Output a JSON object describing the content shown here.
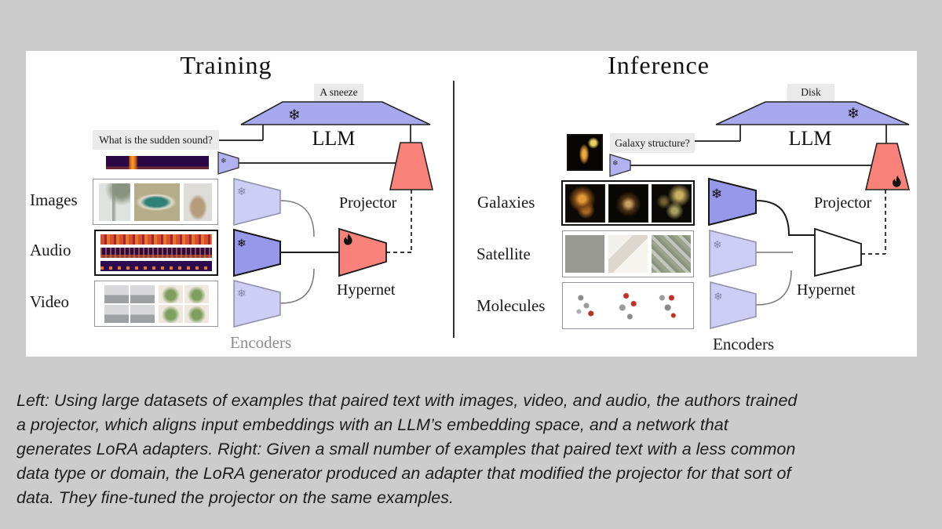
{
  "training": {
    "title": "Training",
    "output_label": "A sneeze",
    "query_label": "What is the sudden sound?",
    "llm_label": "LLM",
    "projector_label": "Projector",
    "hypernet_label": "Hypernet",
    "encoders_label": "Encoders",
    "rows": [
      "Images",
      "Audio",
      "Video"
    ]
  },
  "inference": {
    "title": "Inference",
    "output_label": "Disk",
    "query_label": "Galaxy structure?",
    "llm_label": "LLM",
    "projector_label": "Projector",
    "hypernet_label": "Hypernet",
    "encoders_label": "Encoders",
    "rows": [
      "Galaxies",
      "Satellite",
      "Molecules"
    ]
  },
  "icons": {
    "snowflake_glyph": "❄",
    "frozen_meaning": "frozen module",
    "flame_meaning": "trained module"
  },
  "colors": {
    "background": "#cccccc",
    "panel": "#ffffff",
    "llm_purple": "#a8a8ee",
    "encoder_active_purple": "#9898ea",
    "encoder_inactive_purple": "#cdcdf5",
    "trained_red": "#f8817a",
    "tag_box_gray": "#eaeaea",
    "inactive_line_gray": "#777777"
  },
  "caption": {
    "lines": [
      "Left: Using large datasets of examples that paired text with images, video, and audio, the authors trained",
      "a projector, which aligns input embeddings with an LLM’s embedding space, and a network that",
      "generates LoRA adapters. Right: Given a small number of examples that paired text with a less common",
      "data type or domain, the LoRA generator produced an adapter that modified the projector for that sort of",
      "data. They fine-tuned the projector on the same examples."
    ]
  }
}
